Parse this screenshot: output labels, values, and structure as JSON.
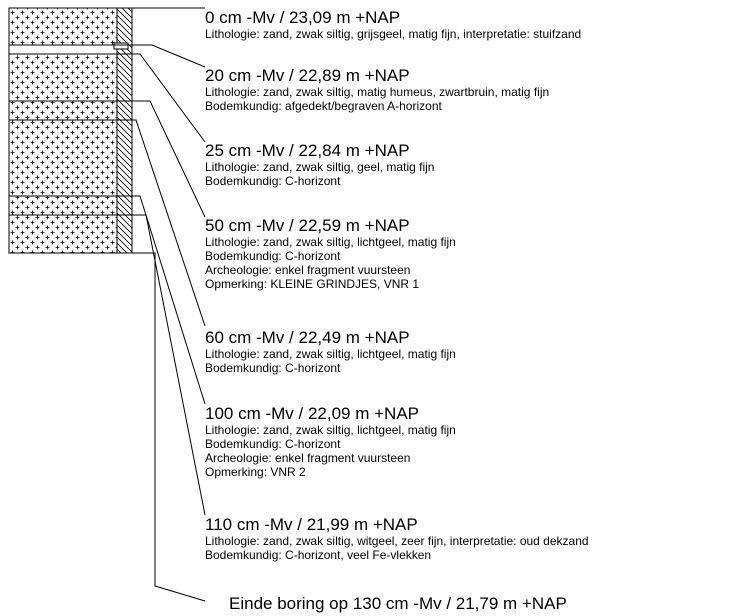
{
  "boring": {
    "layers": [
      {
        "heading": "0 cm -Mv / 23,09 m +NAP",
        "lines": [
          "Lithologie: zand, zwak siltig, grijsgeel, matig fijn, interpretatie: stuifzand"
        ]
      },
      {
        "heading": "20 cm -Mv / 22,89 m +NAP",
        "lines": [
          "Lithologie: zand, zwak siltig, matig humeus, zwartbruin, matig fijn",
          "Bodemkundig: afgedekt/begraven A-horizont"
        ]
      },
      {
        "heading": "25 cm -Mv / 22,84 m +NAP",
        "lines": [
          "Lithologie: zand, zwak siltig, geel, matig fijn",
          "Bodemkundig: C-horizont"
        ]
      },
      {
        "heading": "50 cm -Mv / 22,59 m +NAP",
        "lines": [
          "Lithologie: zand, zwak siltig, lichtgeel, matig fijn",
          "Bodemkundig: C-horizont",
          "Archeologie: enkel fragment vuursteen",
          "Opmerking: KLEINE GRINDJES, VNR 1"
        ]
      },
      {
        "heading": "60 cm -Mv / 22,49 m +NAP",
        "lines": [
          "Lithologie: zand, zwak siltig, lichtgeel, matig fijn",
          "Bodemkundig: C-horizont"
        ]
      },
      {
        "heading": "100 cm -Mv / 22,09 m +NAP",
        "lines": [
          "Lithologie: zand, zwak siltig, lichtgeel, matig fijn",
          "Bodemkundig: C-horizont",
          "Archeologie: enkel fragment vuursteen",
          "Opmerking: VNR 2"
        ]
      },
      {
        "heading": "110 cm -Mv / 21,99 m +NAP",
        "lines": [
          "Lithologie: zand, zwak siltig, witgeel, zeer fijn, interpretatie: oud dekzand",
          "Bodemkundig: C-horizont, veel Fe-vlekken"
        ]
      }
    ],
    "end_label": "Einde boring op 130 cm -Mv / 21,79 m +NAP"
  }
}
